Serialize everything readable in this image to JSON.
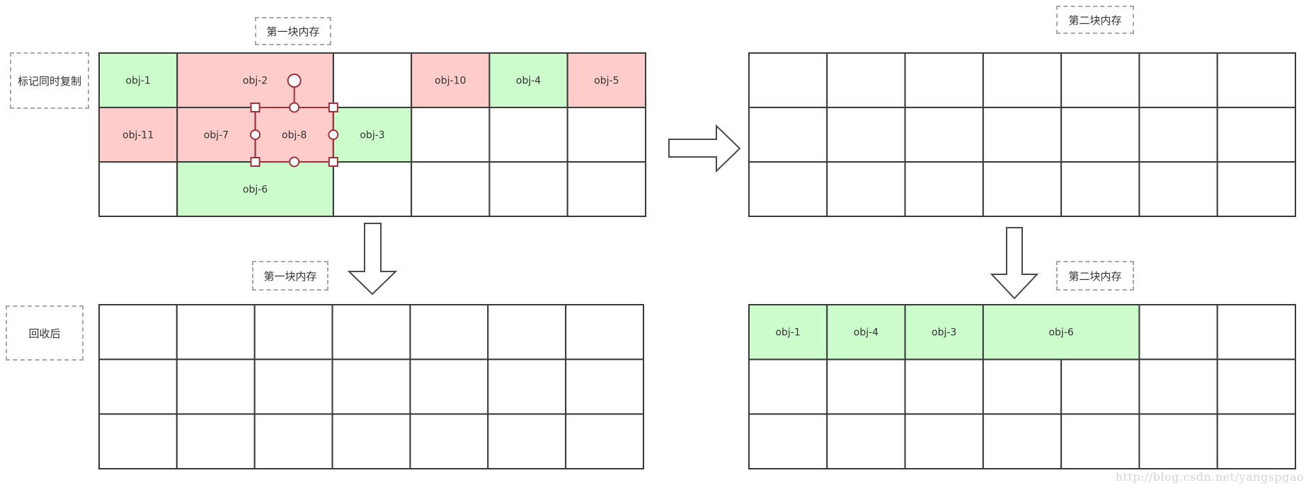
{
  "colors": {
    "live_fill": "#ccfccc",
    "garbage_fill": "#ffcccc",
    "empty_fill": "#ffffff",
    "grid_line": "#3a3a3a",
    "selection": "#a0303a"
  },
  "labels": {
    "mark_copy": "标记同时复制",
    "after_gc": "回收后",
    "block1_top": "第一块内存",
    "block2_top": "第二块内存",
    "block1_bottom": "第一块内存",
    "block2_bottom": "第二块内存"
  },
  "grids": {
    "block1_before": [
      {
        "label": "obj-1",
        "status": "live",
        "row": 0,
        "col": 0,
        "colspan": 1
      },
      {
        "label": "obj-2",
        "status": "garbage",
        "row": 0,
        "col": 1,
        "colspan": 2
      },
      {
        "label": "obj-10",
        "status": "garbage",
        "row": 0,
        "col": 4,
        "colspan": 1
      },
      {
        "label": "obj-4",
        "status": "live",
        "row": 0,
        "col": 5,
        "colspan": 1
      },
      {
        "label": "obj-5",
        "status": "garbage",
        "row": 0,
        "col": 6,
        "colspan": 1
      },
      {
        "label": "obj-11",
        "status": "garbage",
        "row": 1,
        "col": 0,
        "colspan": 1
      },
      {
        "label": "obj-7",
        "status": "garbage",
        "row": 1,
        "col": 1,
        "colspan": 1
      },
      {
        "label": "obj-8",
        "status": "garbage",
        "row": 1,
        "col": 2,
        "colspan": 1
      },
      {
        "label": "obj-3",
        "status": "live",
        "row": 1,
        "col": 3,
        "colspan": 1
      },
      {
        "label": "obj-6",
        "status": "live",
        "row": 2,
        "col": 1,
        "colspan": 2
      }
    ],
    "block2_before": [],
    "block1_after": [],
    "block2_after": [
      {
        "label": "obj-1",
        "status": "live",
        "row": 0,
        "col": 0,
        "colspan": 1
      },
      {
        "label": "obj-4",
        "status": "live",
        "row": 0,
        "col": 1,
        "colspan": 1
      },
      {
        "label": "obj-3",
        "status": "live",
        "row": 0,
        "col": 2,
        "colspan": 1
      },
      {
        "label": "obj-6",
        "status": "live",
        "row": 0,
        "col": 3,
        "colspan": 2
      }
    ]
  },
  "watermark": "http://blog.csdn.net/yangspgao"
}
